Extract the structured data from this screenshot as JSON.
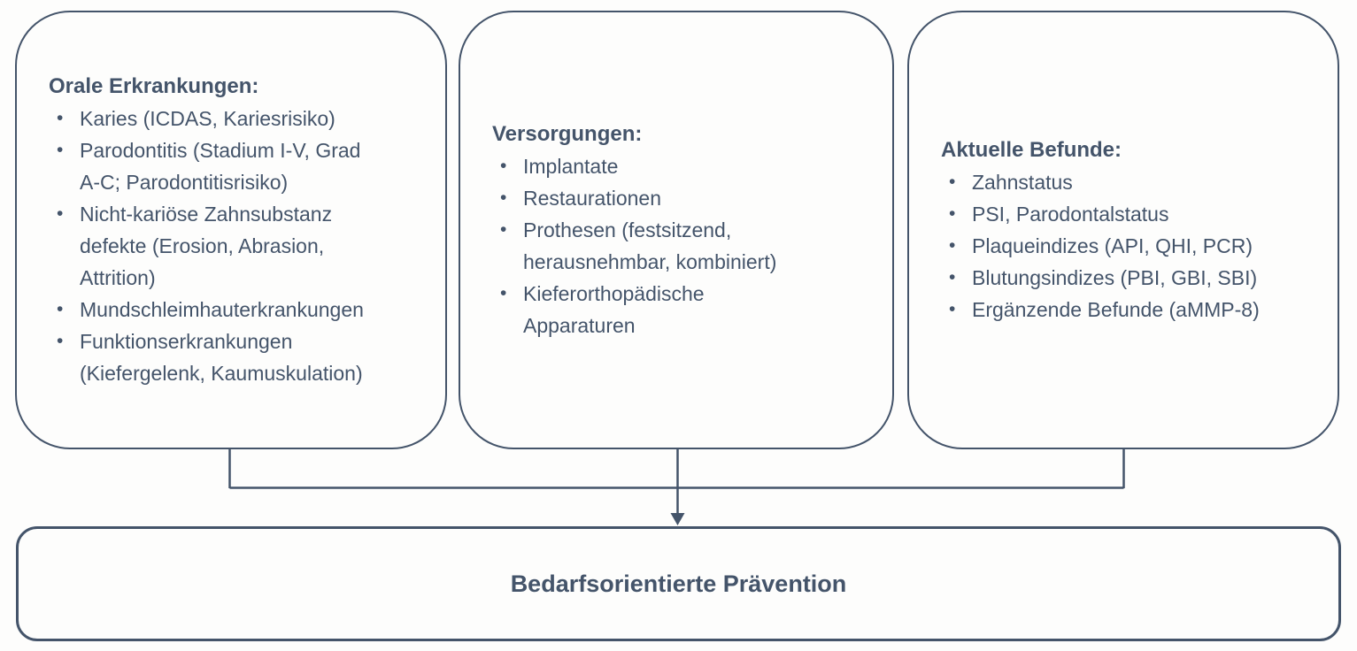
{
  "colors": {
    "stroke": "#44546A",
    "text": "#44546A",
    "background": "#FDFDFC"
  },
  "bullet_glyph": "•",
  "boxes": [
    {
      "title": "Orale Erkrankungen:",
      "items": [
        "Karies (ICDAS, Kariesrisiko)",
        "Parodontitis (Stadium I-V, Grad\nA-C; Parodontitisrisiko)",
        "Nicht-kariöse Zahnsubstanz\ndefekte (Erosion, Abrasion,\nAttrition)",
        "Mundschleimhauterkrankungen",
        "Funktionserkrankungen\n(Kiefergelenk, Kaumuskulation)"
      ]
    },
    {
      "title": "Versorgungen:",
      "items": [
        "Implantate",
        "Restaurationen",
        "Prothesen (festsitzend,\nherausnehmbar, kombiniert)",
        "Kieferorthopädische\nApparaturen"
      ]
    },
    {
      "title": "Aktuelle Befunde:",
      "items": [
        "Zahnstatus",
        "PSI, Parodontalstatus",
        "Plaqueindizes (API, QHI, PCR)",
        "Blutungsindizes (PBI, GBI, SBI)",
        "Ergänzende Befunde (aMMP-8)"
      ]
    }
  ],
  "result": {
    "label": "Bedarfsorientierte Prävention"
  }
}
